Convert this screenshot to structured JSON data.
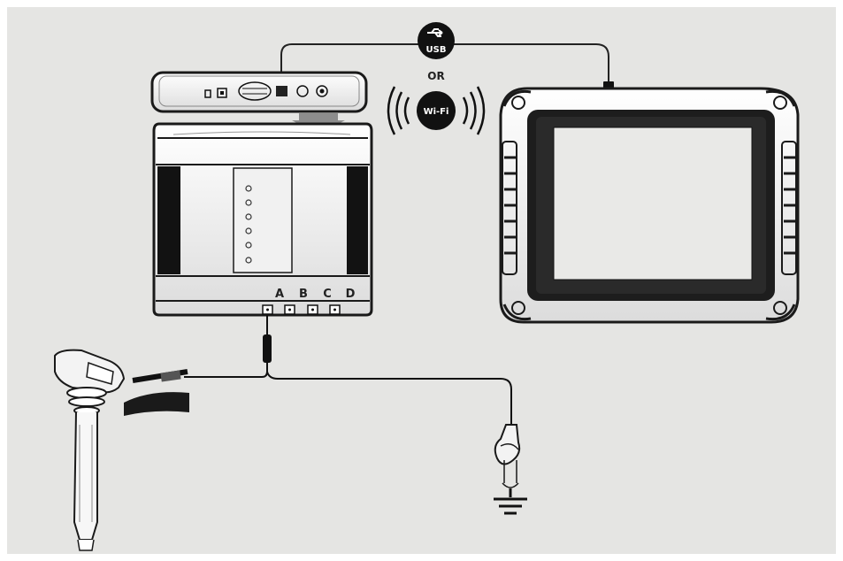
{
  "connection": {
    "usb_label": "USB",
    "or_label": "OR",
    "wifi_label": "Wi-Fi"
  },
  "channels": [
    "A",
    "B",
    "C",
    "D"
  ],
  "icons": [
    "usb-icon",
    "wifi-icon",
    "ground-icon",
    "arrow-down-icon"
  ],
  "colors": {
    "background": "#e5e5e3",
    "device": "#1c1c1c",
    "accent": "#ffffff"
  }
}
